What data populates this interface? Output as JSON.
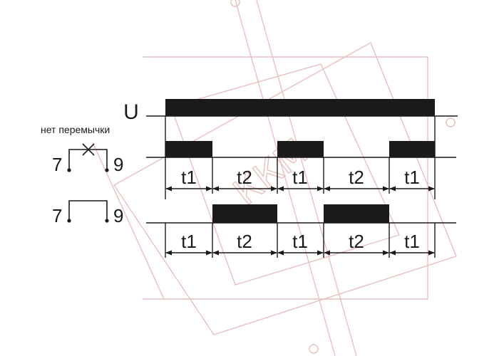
{
  "supply_label": "U",
  "jumper_note": "нет перемычки",
  "terminal_a": "7",
  "terminal_b": "9",
  "watermark_text": "ККМ",
  "colors": {
    "ink": "#1a1a1a",
    "watermark": "#e6b9b9",
    "background": "#ffffff"
  },
  "timeline_1_labels": [
    "t1",
    "t2",
    "t1",
    "t2",
    "t1"
  ],
  "timeline_2_labels": [
    "t1",
    "t2",
    "t1",
    "t2",
    "t1"
  ]
}
